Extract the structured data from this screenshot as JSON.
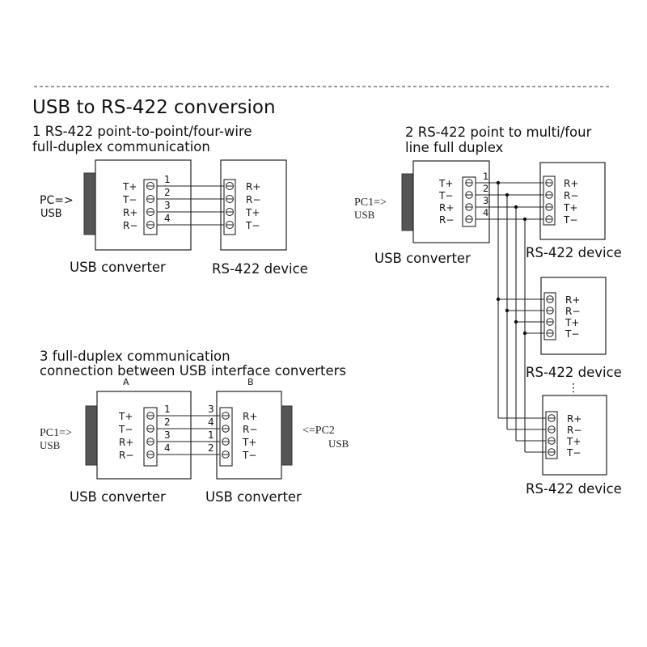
{
  "title": "USB to RS-422 conversion",
  "section1": {
    "heading_line1": "1 RS-422 point-to-point/four-wire",
    "heading_line2": "full-duplex communication",
    "pc_label": "PC=>",
    "pc_sub": "USB",
    "conv_pins": [
      "T+",
      "T−",
      "R+",
      "R−"
    ],
    "dev_pins": [
      "R+",
      "R−",
      "T+",
      "T−"
    ],
    "wire_nums": [
      "1",
      "2",
      "3",
      "4"
    ],
    "conv_caption": "USB converter",
    "dev_caption": "RS-422 device"
  },
  "section2": {
    "heading_line1": "2 RS-422 point to multi/four",
    "heading_line2": "line full duplex",
    "pc_label": "PC1=>",
    "pc_sub": "USB",
    "conv_pins": [
      "T+",
      "T−",
      "R+",
      "R−"
    ],
    "dev_pins": [
      "R+",
      "R−",
      "T+",
      "T−"
    ],
    "wire_nums": [
      "1",
      "2",
      "3",
      "4"
    ],
    "conv_caption": "USB converter",
    "dev_caption1": "RS-422 device",
    "dev_caption2": "RS-422 device",
    "dev_caption3": "RS-422 device",
    "ellipsis": "⋮"
  },
  "section3": {
    "heading_line1": "3 full-duplex communication",
    "heading_line2": "connection between USB interface converters",
    "label_a": "A",
    "label_b": "B",
    "pc1_label": "PC1=>",
    "pc1_sub": "USB",
    "pc2_label": "<=PC2",
    "pc2_sub": "USB",
    "conv_a_pins": [
      "T+",
      "T−",
      "R+",
      "R−"
    ],
    "conv_b_pins": [
      "R+",
      "R−",
      "T+",
      "T−"
    ],
    "wire_nums_a": [
      "1",
      "2",
      "3",
      "4"
    ],
    "wire_nums_b": [
      "3",
      "4",
      "1",
      "2"
    ],
    "caption_a": "USB converter",
    "caption_b": "USB converter"
  }
}
